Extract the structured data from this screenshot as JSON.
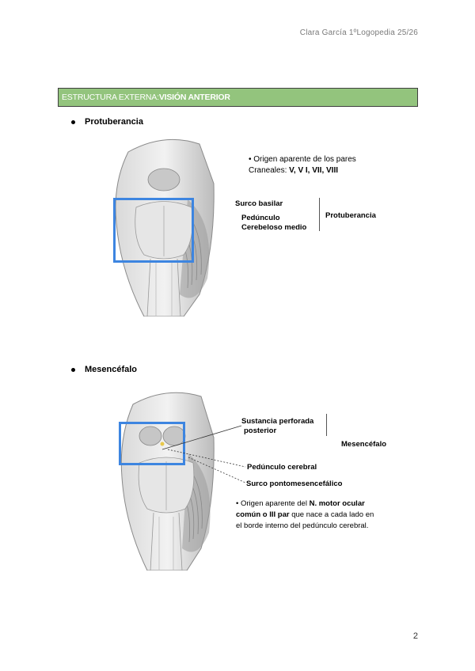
{
  "header": {
    "note": "Clara García 1ºLogopedia 25/26"
  },
  "section": {
    "prefix": "ESTRUCTURA EXTERNA: ",
    "title": "VISIÓN ANTERIOR"
  },
  "protuberancia": {
    "bullet": "Protuberancia",
    "note_line1": "• Origen aparente de los pares",
    "note_line2_prefix": "Craneales: ",
    "note_line2_bold": "V, V I, VII, VIII",
    "label_surco": "Surco basilar",
    "label_pedunculo_1": "Pedúnculo",
    "label_pedunculo_2": "Cerebeloso medio",
    "group_label": "Protuberancia"
  },
  "mesencefalo": {
    "bullet": "Mesencéfalo",
    "label_sustancia_1": "Sustancia perforada",
    "label_sustancia_2": "posterior",
    "group_label": "Mesencéfalo",
    "label_pedunculo": "Pedúnculo cerebral",
    "label_surco": "Surco pontomesencefálico",
    "note_line1_prefix": "• Origen aparente del ",
    "note_line1_bold": "N. motor ocular",
    "note_line2_bold": "común o III par",
    "note_line2_suffix": " que nace a cada lado en",
    "note_line3": "el borde interno del pedúnculo cerebral."
  },
  "colors": {
    "section_bar": "#93c47d",
    "highlight": "#3d85e0"
  },
  "page_number": "2"
}
